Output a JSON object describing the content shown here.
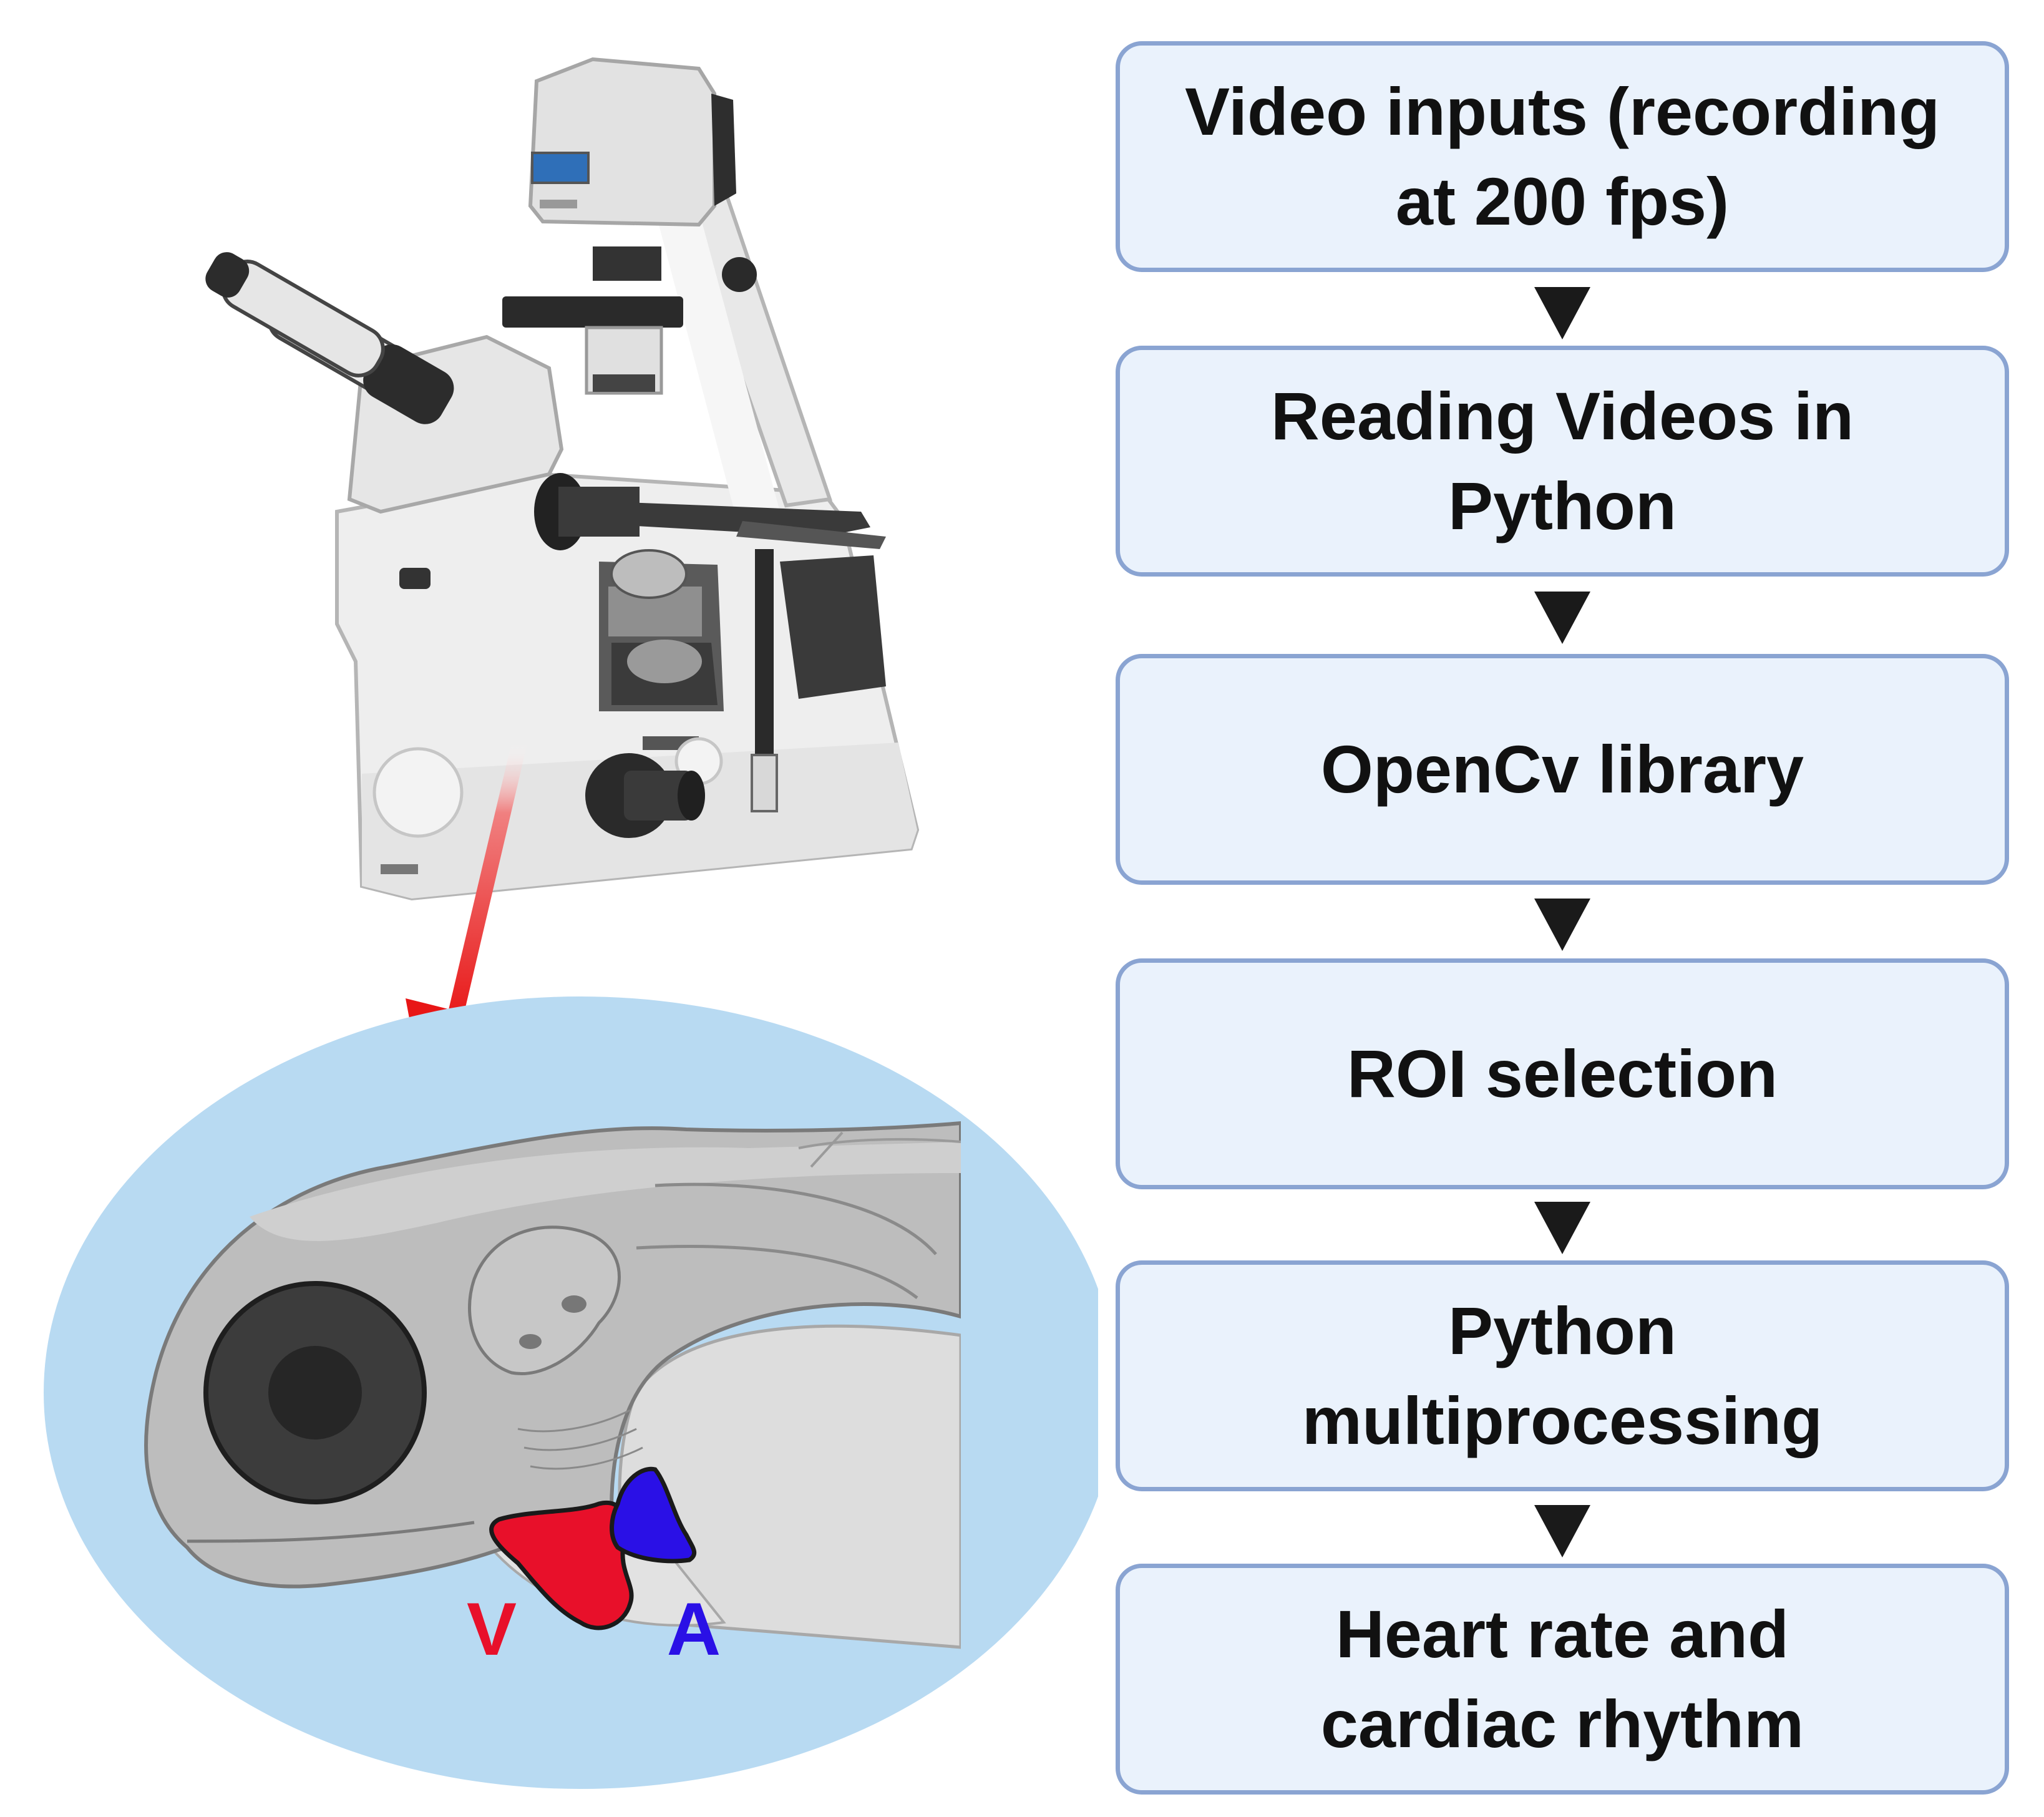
{
  "flow": {
    "steps": [
      {
        "label": "Video inputs (recording\nat 200 fps)"
      },
      {
        "label": "Reading Videos in\nPython"
      },
      {
        "label": "OpenCv library"
      },
      {
        "label": "ROI selection"
      },
      {
        "label": "Python\nmultiprocessing"
      },
      {
        "label": "Heart rate and\ncardiac rhythm"
      }
    ]
  },
  "heart": {
    "ventricle_label": "V",
    "atrium_label": "A",
    "ventricle_color": "#e8102a",
    "atrium_color": "#2a10e6"
  },
  "colors": {
    "box_fill": "#eaf2fc",
    "box_border": "#8aa4d2",
    "lens_background": "#b8daf2",
    "pointer_arrow": "#e81616"
  },
  "icons": {
    "microscope": "inverted-microscope-icon",
    "larva": "zebrafish-larva-head-icon"
  }
}
